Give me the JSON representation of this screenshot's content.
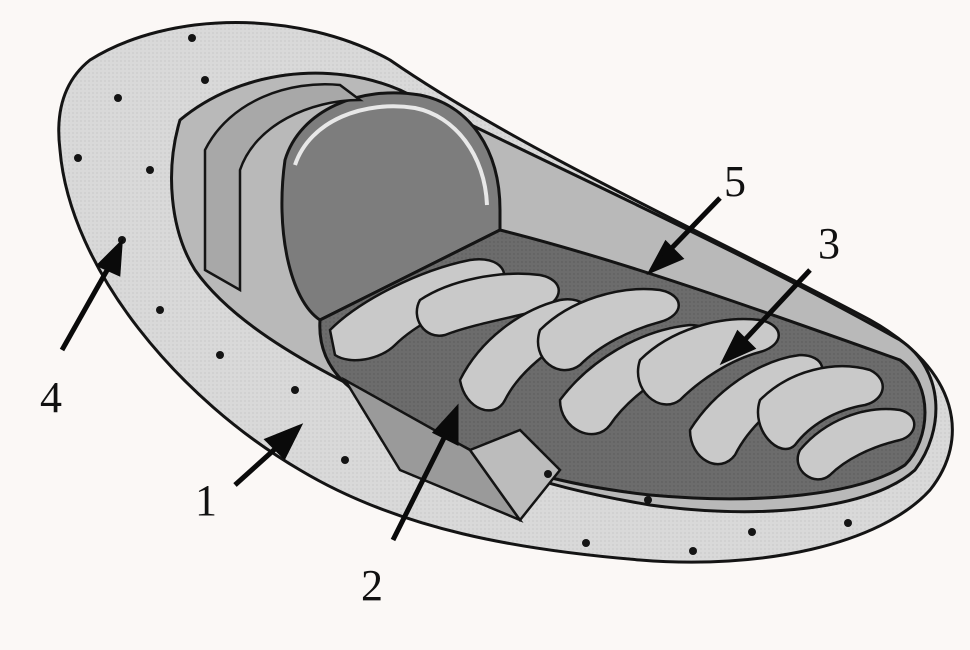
{
  "figure": {
    "colors": {
      "background": "#fbf8f6",
      "outer_membrane": "#dcdcdc",
      "intermembrane": "#b9b9b9",
      "inner_membrane": "#9d9d9d",
      "matrix": "#6a6a6a",
      "line": "#141414"
    },
    "labels": [
      {
        "id": "label-1",
        "text": "1"
      },
      {
        "id": "label-2",
        "text": "2"
      },
      {
        "id": "label-3",
        "text": "3"
      },
      {
        "id": "label-4",
        "text": "4"
      },
      {
        "id": "label-5",
        "text": "5"
      }
    ]
  }
}
